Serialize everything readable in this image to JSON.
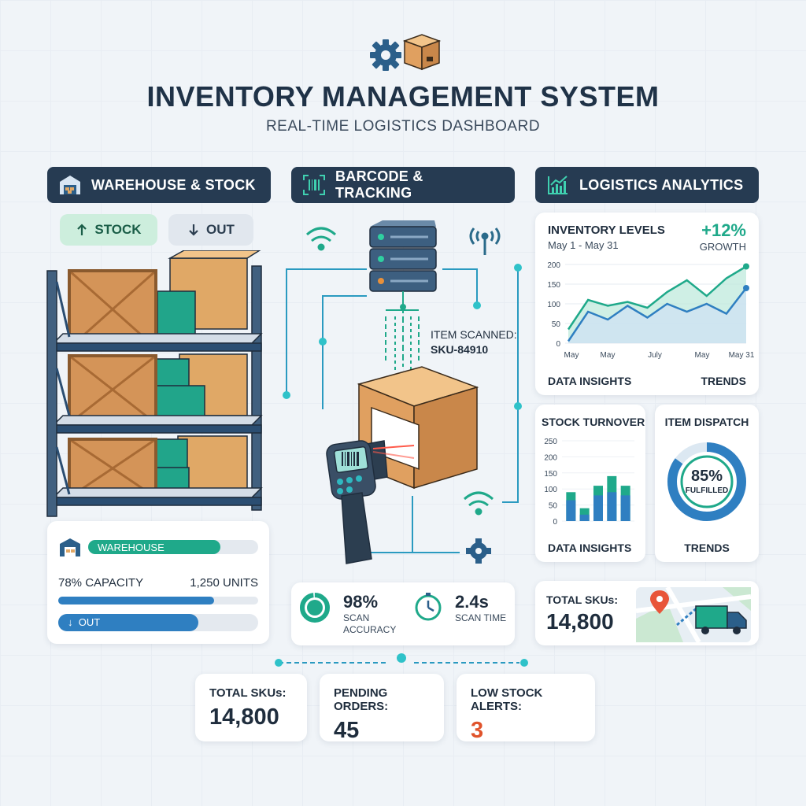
{
  "header": {
    "title": "INVENTORY MANAGEMENT SYSTEM",
    "subtitle": "REAL-TIME LOGISTICS DASHBOARD",
    "logo_icons": [
      "gear-icon",
      "package-icon"
    ]
  },
  "sections": {
    "warehouse": "WAREHOUSE & STOCK",
    "barcode": "BARCODE & TRACKING",
    "analytics": "LOGISTICS ANALYTICS"
  },
  "stock_toggle": {
    "in_label": "STOCK",
    "out_label": "OUT"
  },
  "warehouse_card": {
    "bar_label": "WAREHOUSE",
    "capacity_label": "78% CAPACITY",
    "units_label": "1,250 UNITS",
    "capacity_fraction": 0.78,
    "out_label": "OUT",
    "out_fraction": 0.7
  },
  "scan": {
    "item_scanned_label": "ITEM SCANNED:",
    "sku": "SKU-84910",
    "accuracy_value": "98%",
    "accuracy_label": "SCAN ACCURACY",
    "accuracy_fraction": 0.98,
    "time_value": "2.4s",
    "time_label": "SCAN TIME"
  },
  "inventory_levels": {
    "title": "INVENTORY LEVELS",
    "range": "May 1 - May 31",
    "growth_value": "+12%",
    "growth_label": "GROWTH",
    "footer_left": "DATA INSIGHTS",
    "footer_right": "TRENDS"
  },
  "stock_turnover": {
    "title": "STOCK TURNOVER",
    "footer": "DATA INSIGHTS"
  },
  "item_dispatch": {
    "title": "ITEM DISPATCH",
    "value": "85%",
    "label": "FULFILLED",
    "fraction": 0.85,
    "footer": "TRENDS"
  },
  "total_skus_card": {
    "label": "TOTAL SKUs:",
    "value": "14,800"
  },
  "kpis": [
    {
      "label": "TOTAL SKUs:",
      "value": "14,800"
    },
    {
      "label": "PENDING ORDERS:",
      "value": "45"
    },
    {
      "label": "LOW STOCK ALERTS:",
      "value": "3"
    }
  ],
  "colors": {
    "navy": "#263b52",
    "teal": "#1fa98a",
    "blue": "#2f7fc1",
    "alert": "#e0532b",
    "box": "#e0a866"
  },
  "chart_data": [
    {
      "type": "area",
      "title": "INVENTORY LEVELS",
      "x": [
        "May",
        "May",
        "July",
        "May",
        "May 31"
      ],
      "ylim": [
        0,
        200
      ],
      "y_ticks": [
        0,
        50,
        100,
        150,
        200
      ],
      "series": [
        {
          "values": [
            35,
            110,
            95,
            105,
            90,
            130,
            160,
            120,
            165,
            195
          ]
        },
        {
          "values": [
            5,
            80,
            60,
            95,
            65,
            100,
            80,
            100,
            75,
            140
          ]
        }
      ]
    },
    {
      "type": "bar",
      "title": "STOCK TURNOVER",
      "ylim": [
        0,
        250
      ],
      "y_ticks": [
        0,
        50,
        100,
        150,
        200,
        250
      ],
      "series": [
        {
          "values": [
            90,
            40,
            110,
            140,
            110
          ]
        },
        {
          "values": [
            65,
            20,
            80,
            90,
            80
          ]
        }
      ]
    }
  ]
}
